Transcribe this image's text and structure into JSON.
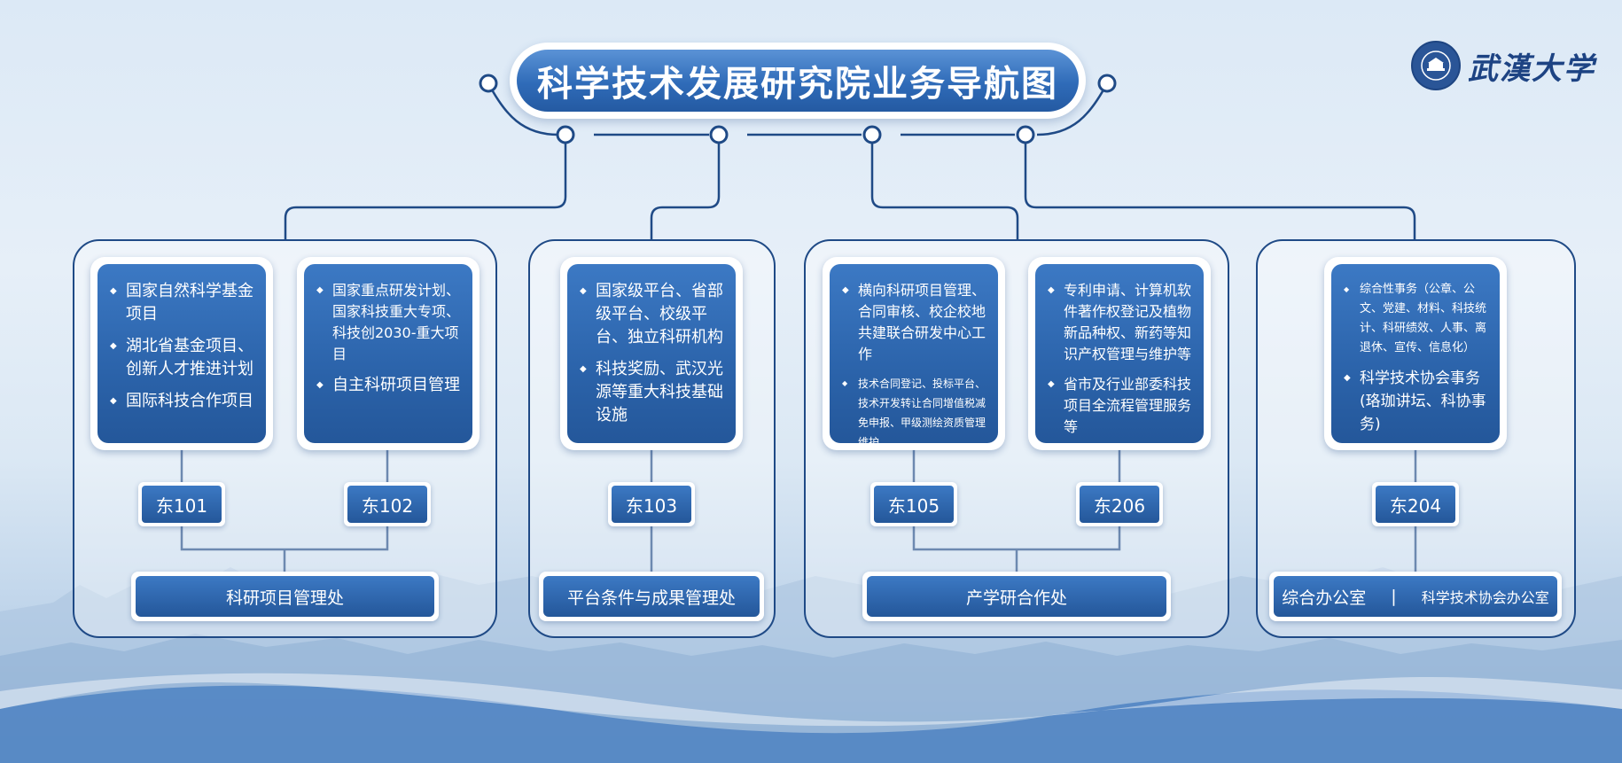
{
  "title": "科学技术发展研究院业务导航图",
  "logo": {
    "text": "武漢大学"
  },
  "panels": [
    {
      "cards": [
        {
          "items": [
            "国家自然科学基金项目",
            "湖北省基金项目、创新人才推进计划",
            "国际科技合作项目"
          ]
        },
        {
          "items": [
            "国家重点研发计划、国家科技重大专项、科技创2030-重大项目",
            "自主科研项目管理"
          ]
        }
      ],
      "rooms": [
        "东101",
        "东102"
      ],
      "dept": "科研项目管理处"
    },
    {
      "cards": [
        {
          "items": [
            "国家级平台、省部级平台、校级平台、独立科研机构",
            "科技奖励、武汉光源等重大科技基础设施"
          ]
        }
      ],
      "rooms": [
        "东103"
      ],
      "dept": "平台条件与成果管理处"
    },
    {
      "cards": [
        {
          "items": [
            "横向科研项目管理、合同审核、校企校地共建联合研发中心工作",
            "技术合同登记、投标平台、技术开发转让合同增值税减免申报、甲级测绘资质管理维护"
          ]
        },
        {
          "items": [
            "专利申请、计算机软件著作权登记及植物新品种权、新药等知识产权管理与维护等",
            "省市及行业部委科技项目全流程管理服务等"
          ]
        }
      ],
      "rooms": [
        "东105",
        "东206"
      ],
      "dept": "产学研合作处"
    },
    {
      "cards": [
        {
          "items": [
            "综合性事务（公章、公文、党建、材料、科技统计、科研绩效、人事、离退休、宣传、信息化）",
            "科学技术协会事务(珞珈讲坛、科协事务)"
          ]
        }
      ],
      "rooms": [
        "东204"
      ],
      "dept": "综合办公室",
      "dept_separator": "|",
      "dept_secondary": "科学技术协会办公室"
    }
  ]
}
